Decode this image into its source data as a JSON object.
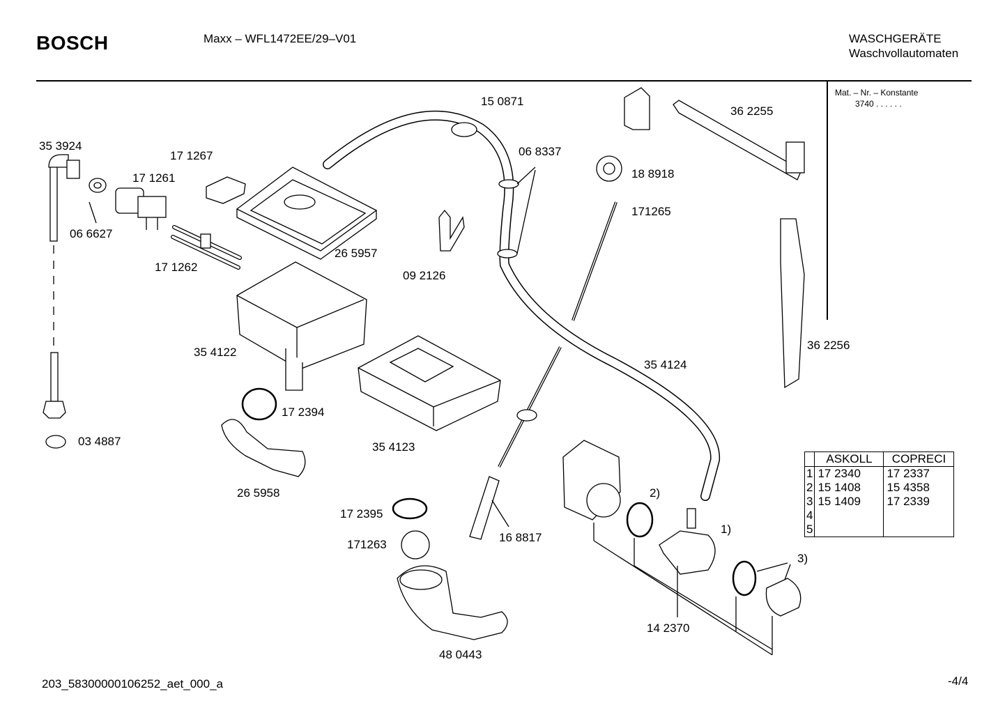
{
  "header": {
    "brand": "BOSCH",
    "model": "Maxx – WFL1472EE/29–V01",
    "category_line1": "WASCHGERÄTE",
    "category_line2": "Waschvollautomaten",
    "mat_label": "Mat. – Nr. – Konstante",
    "mat_value": "3740 . . . . . ."
  },
  "labels": [
    {
      "id": "p353924",
      "text": "35 3924"
    },
    {
      "id": "p171267",
      "text": "17 1267"
    },
    {
      "id": "p171261",
      "text": "17 1261"
    },
    {
      "id": "p066627",
      "text": "06 6627"
    },
    {
      "id": "p171262",
      "text": "17 1262"
    },
    {
      "id": "p265957",
      "text": "26 5957"
    },
    {
      "id": "p150871",
      "text": "15 0871"
    },
    {
      "id": "p068337",
      "text": "06 8337"
    },
    {
      "id": "p092126",
      "text": "09 2126"
    },
    {
      "id": "p362255",
      "text": "36 2255"
    },
    {
      "id": "p188918",
      "text": "18 8918"
    },
    {
      "id": "p171265",
      "text": "171265"
    },
    {
      "id": "p354122",
      "text": "35 4122"
    },
    {
      "id": "p354124",
      "text": "35 4124"
    },
    {
      "id": "p362256",
      "text": "36 2256"
    },
    {
      "id": "p172394",
      "text": "17 2394"
    },
    {
      "id": "p034887",
      "text": "03 4887"
    },
    {
      "id": "p354123",
      "text": "35 4123"
    },
    {
      "id": "p265958",
      "text": "26 5958"
    },
    {
      "id": "p172395",
      "text": "17 2395"
    },
    {
      "id": "p171263",
      "text": "171263"
    },
    {
      "id": "p168817",
      "text": "16 8817"
    },
    {
      "id": "p142370",
      "text": "14 2370"
    },
    {
      "id": "p480443",
      "text": "48 0443"
    },
    {
      "id": "n1",
      "text": "1)"
    },
    {
      "id": "n2",
      "text": "2)"
    },
    {
      "id": "n3",
      "text": "3)"
    }
  ],
  "table": {
    "headers": [
      "ASKOLL",
      "COPRECI"
    ],
    "rows": [
      {
        "n": "1",
        "a": "17 2340",
        "b": "17 2337"
      },
      {
        "n": "2",
        "a": "15 1408",
        "b": "15 4358"
      },
      {
        "n": "3",
        "a": "15 1409",
        "b": "17 2339"
      },
      {
        "n": "4",
        "a": "",
        "b": ""
      },
      {
        "n": "5",
        "a": "",
        "b": ""
      }
    ]
  },
  "footer": {
    "doc_id": "203_58300000106252_aet_000_a",
    "page": "-4/4"
  }
}
